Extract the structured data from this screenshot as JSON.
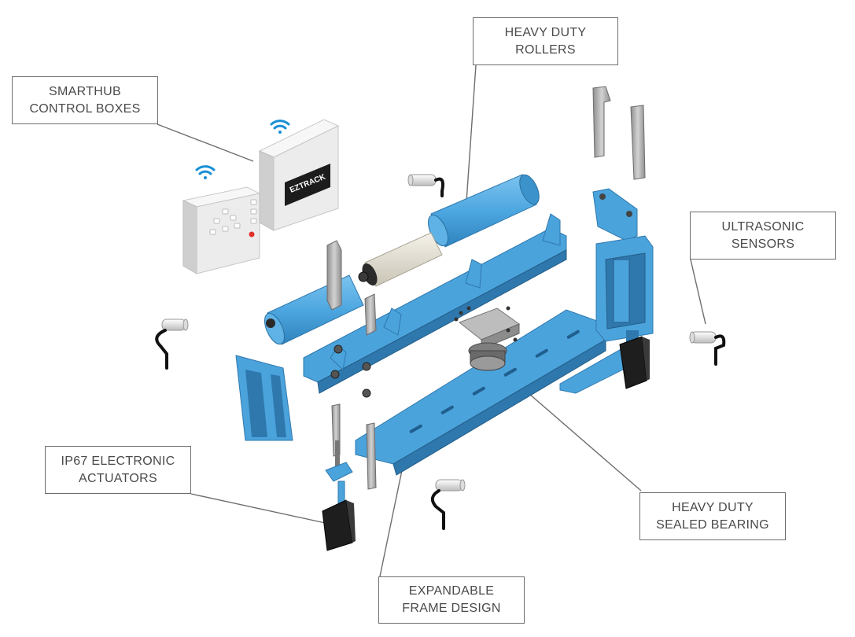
{
  "callouts": {
    "smarthub": {
      "line1": "SMARTHUB",
      "line2": "CONTROL BOXES"
    },
    "rollers": {
      "line1": "HEAVY DUTY",
      "line2": "ROLLERS"
    },
    "ultrasonic": {
      "line1": "ULTRASONIC",
      "line2": "SENSORS"
    },
    "actuators": {
      "line1": "IP67 ELECTRONIC",
      "line2": "ACTUATORS"
    },
    "bearing": {
      "line1": "HEAVY DUTY",
      "line2": "SEALED BEARING"
    },
    "frame": {
      "line1": "EXPANDABLE",
      "line2": "FRAME DESIGN"
    }
  },
  "brand": {
    "logo_text": "EZTRACK"
  },
  "colors": {
    "frame_blue": "#4ba3dc",
    "frame_blue_dark": "#2f78ad",
    "roller_blue": "#4da7e0",
    "roller_cream": "#e6e2d6",
    "steel": "#a7a7a7",
    "actuator_black": "#1e1e1e",
    "box_white": "#eeeeee",
    "wifi_blue": "#1a8fd6",
    "led_red": "#e0312a",
    "leader_line": "#6e6e6e"
  },
  "icons": [
    "wifi-icon",
    "wifi-icon",
    "ez-track-logo"
  ]
}
